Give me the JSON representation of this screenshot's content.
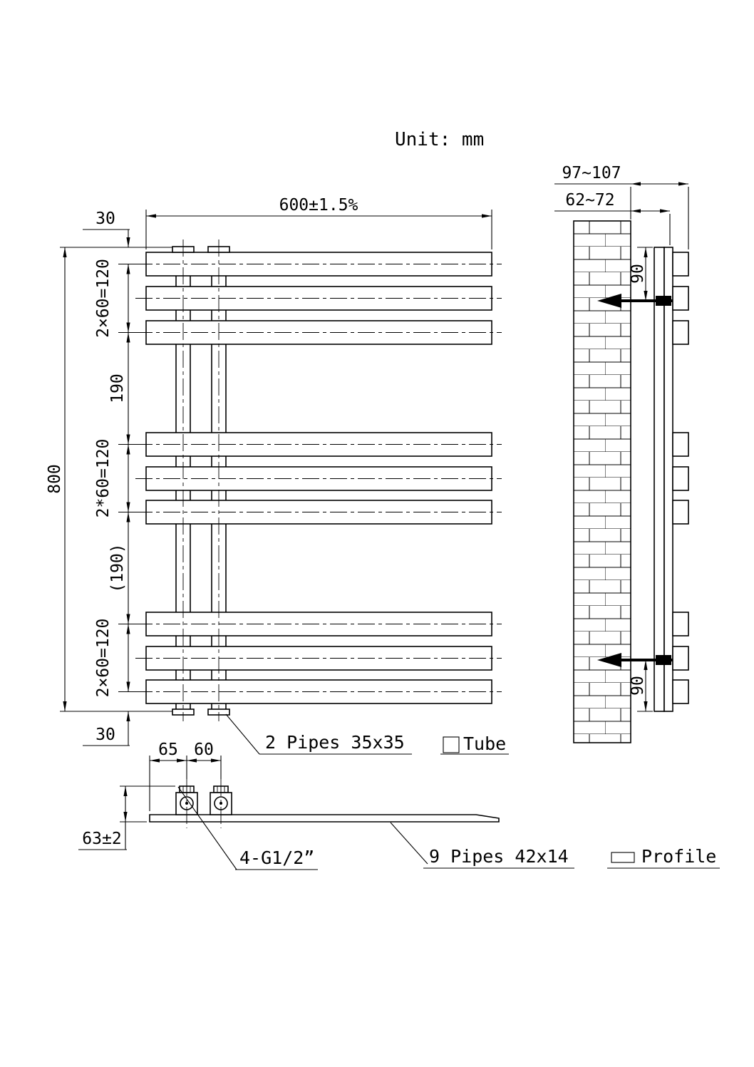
{
  "drawing": {
    "unit_note": "Unit: mm",
    "front": {
      "width": "600±1.5%",
      "height": "800",
      "top_offset": "30",
      "bottom_offset": "30",
      "group_top": "2×60=120",
      "gap_top": "190",
      "group_mid": "2*60=120",
      "gap_bottom": "(190)",
      "group_bottom": "2×60=120"
    },
    "side": {
      "depth_total": "97~107",
      "depth_wall": "62~72",
      "bracket_top": "90",
      "bracket_bottom": "90"
    },
    "bottom": {
      "valve_inset": "65",
      "valve_spacing": "60",
      "depth": "63±2"
    },
    "notes": {
      "pipes_square": "2 Pipes 35x35",
      "tube_label": "Tube",
      "thread": "4-G1/2”",
      "pipes_flat": "9 Pipes 42x14",
      "profile_label": "Profile"
    }
  }
}
